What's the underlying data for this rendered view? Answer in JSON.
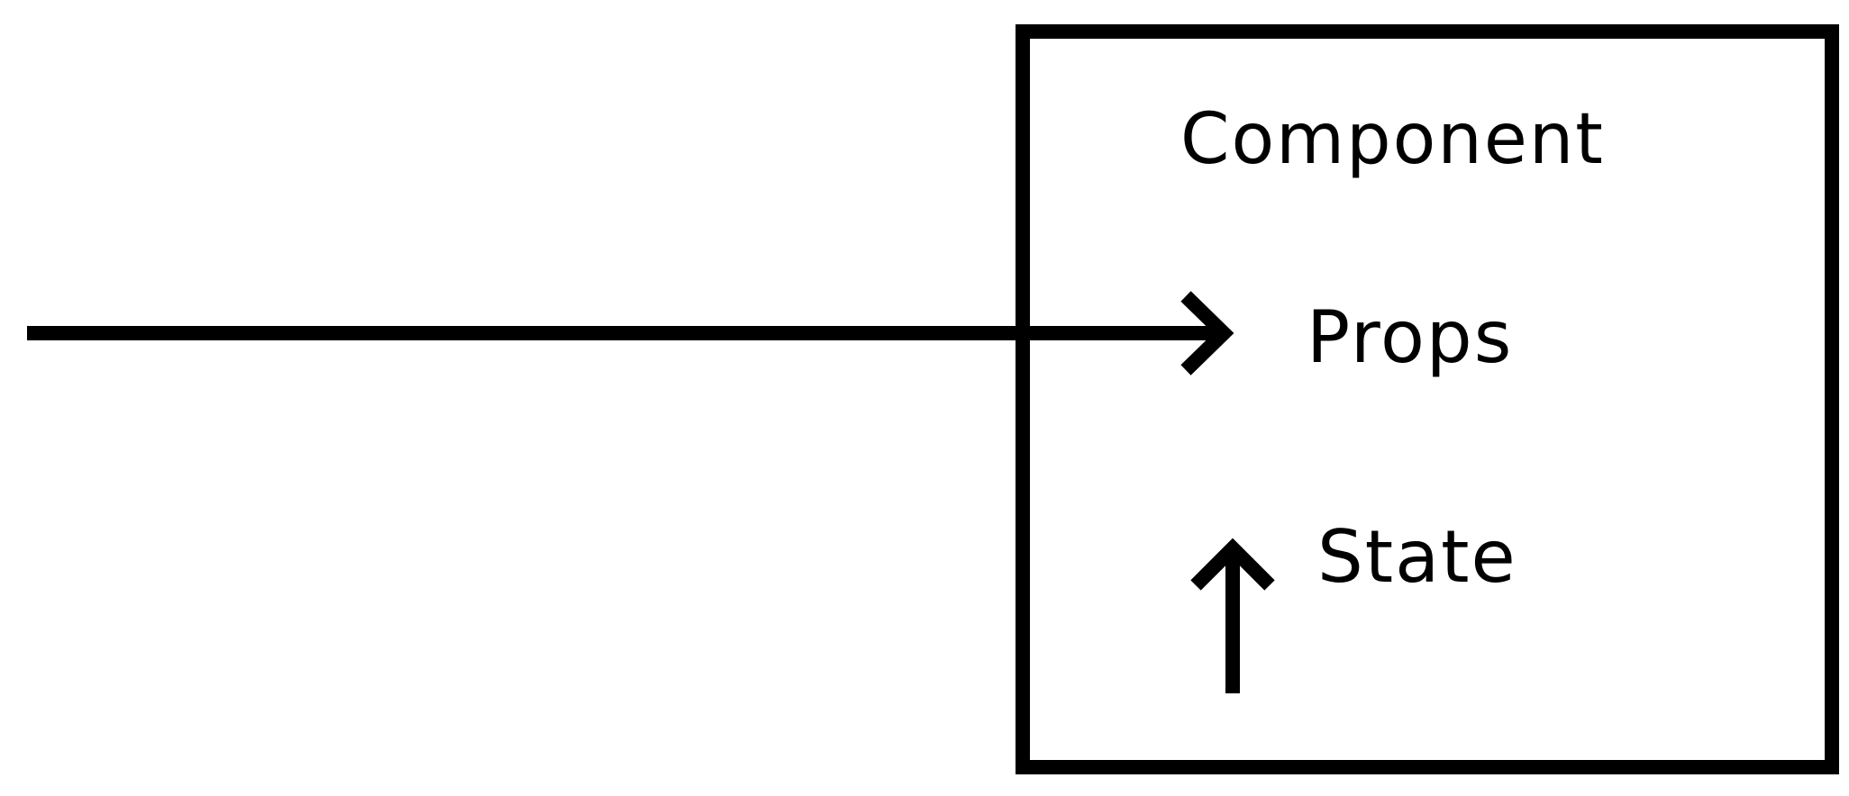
{
  "diagram": {
    "component_label": "Component",
    "props_label": "Props",
    "state_label": "State"
  },
  "colors": {
    "stroke": "#000000",
    "background": "#ffffff"
  }
}
